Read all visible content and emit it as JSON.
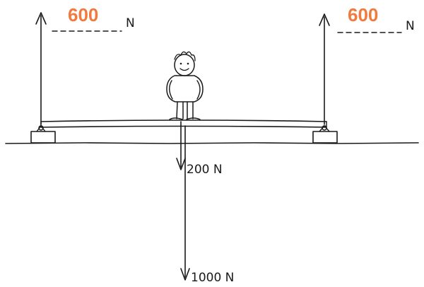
{
  "reactions": {
    "left": {
      "value": "600",
      "unit": "N"
    },
    "right": {
      "value": "600",
      "unit": "N"
    }
  },
  "loads": {
    "person": {
      "label": "200 N"
    },
    "beam": {
      "label": "1000 N"
    }
  },
  "colors": {
    "answer": "#f07b3f",
    "ink": "#1a1a1a"
  }
}
